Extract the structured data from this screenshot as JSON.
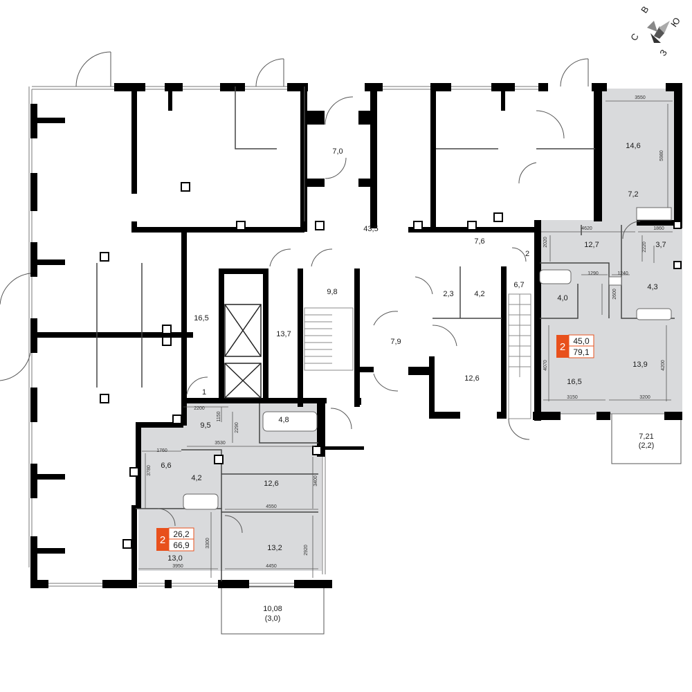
{
  "colors": {
    "wall": "#000000",
    "highlight": "#d9dadc",
    "accent": "#e8501c",
    "thin": "#555555"
  },
  "compass": {
    "n": "С",
    "e": "В",
    "s": "Ю",
    "w": "З"
  },
  "room_areas": {
    "r_7_0": "7,0",
    "r_43_5": "43,5",
    "r_14_6": "14,6",
    "r_7_2": "7,2",
    "r_12_7": "12,7",
    "r_3_7": "3,7",
    "r_7_6": "7,6",
    "r_2": "2",
    "r_9_8": "9,8",
    "r_6_7": "6,7",
    "r_2_3": "2,3",
    "r_4_2_top": "4,2",
    "r_4_0": "4,0",
    "r_4_3": "4,3",
    "r_16_5_left": "16,5",
    "r_13_7": "13,7",
    "r_7_9": "7,9",
    "r_12_6_center": "12,6",
    "r_16_5_right": "16,5",
    "r_13_9": "13,9",
    "r_1": "1",
    "r_9_5": "9,5",
    "r_4_8": "4,8",
    "r_6_6": "6,6",
    "r_4_2_bottom": "4,2",
    "r_12_6_bottom": "12,6",
    "r_13_0": "13,0",
    "r_13_2": "13,2"
  },
  "dimensions": {
    "d_3550": "3550",
    "d_5980": "5980",
    "d_4620": "4620",
    "d_1860": "1860",
    "d_2020": "2020",
    "d_2220": "2220",
    "d_1290": "1290",
    "d_1240": "1240",
    "d_2600": "2600",
    "d_4070": "4070",
    "d_4200": "4200",
    "d_3150": "3150",
    "d_3200": "3200",
    "d_2200": "2200",
    "d_1150": "1150",
    "d_2290": "2290",
    "d_3530": "3530",
    "d_1760": "1760",
    "d_3780": "3780",
    "d_3400": "3400",
    "d_4550": "4550",
    "d_3300": "3300",
    "d_2920": "2920",
    "d_3950": "3950",
    "d_4450": "4450"
  },
  "apartments": [
    {
      "rooms": "2",
      "living_area": "45,0",
      "total_area": "79,1"
    },
    {
      "rooms": "2",
      "living_area": "26,2",
      "total_area": "66,9"
    }
  ],
  "balconies": [
    {
      "area": "7,21",
      "reduced": "(2,2)"
    },
    {
      "area": "10,08",
      "reduced": "(3,0)"
    }
  ]
}
